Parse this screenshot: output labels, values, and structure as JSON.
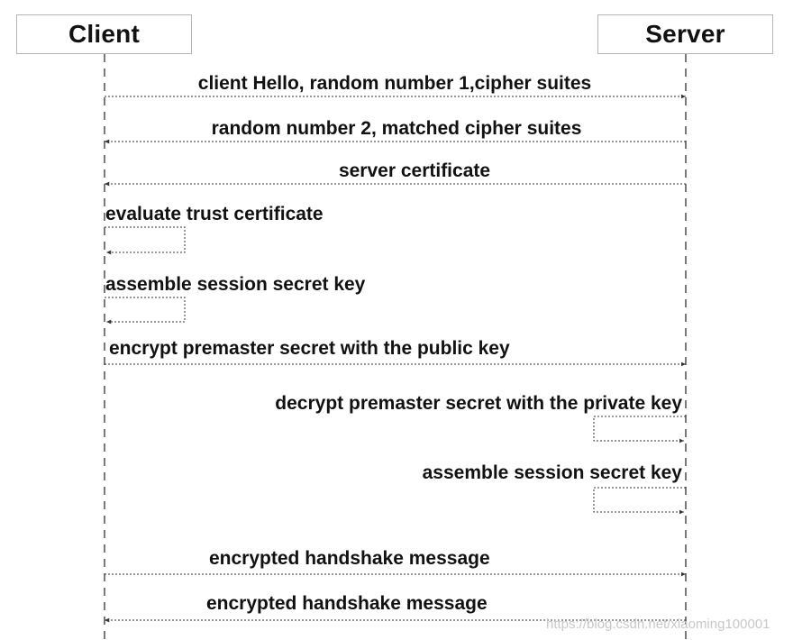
{
  "participants": {
    "client": "Client",
    "server": "Server"
  },
  "messages": [
    {
      "id": "m1",
      "text": "client Hello, random number 1,cipher suites",
      "from": "client",
      "to": "server"
    },
    {
      "id": "m2",
      "text": "random number 2, matched cipher suites",
      "from": "server",
      "to": "client"
    },
    {
      "id": "m3",
      "text": "server certificate",
      "from": "server",
      "to": "client"
    },
    {
      "id": "m4",
      "text": "evaluate trust certificate",
      "from": "client",
      "to": "client"
    },
    {
      "id": "m5",
      "text": "assemble session secret key",
      "from": "client",
      "to": "client"
    },
    {
      "id": "m6",
      "text": "encrypt premaster secret with the public key",
      "from": "client",
      "to": "server"
    },
    {
      "id": "m7",
      "text": "decrypt premaster secret with the private key",
      "from": "server",
      "to": "server"
    },
    {
      "id": "m8",
      "text": "assemble session secret key",
      "from": "server",
      "to": "server"
    },
    {
      "id": "m9",
      "text": "encrypted handshake message",
      "from": "client",
      "to": "server"
    },
    {
      "id": "m10",
      "text": "encrypted handshake message",
      "from": "server",
      "to": "client"
    }
  ],
  "watermark": "https://blog.csdn.net/xiaoming100001",
  "colors": {
    "line": "#333333",
    "box_border": "#b5b5b5",
    "text": "#111111"
  }
}
